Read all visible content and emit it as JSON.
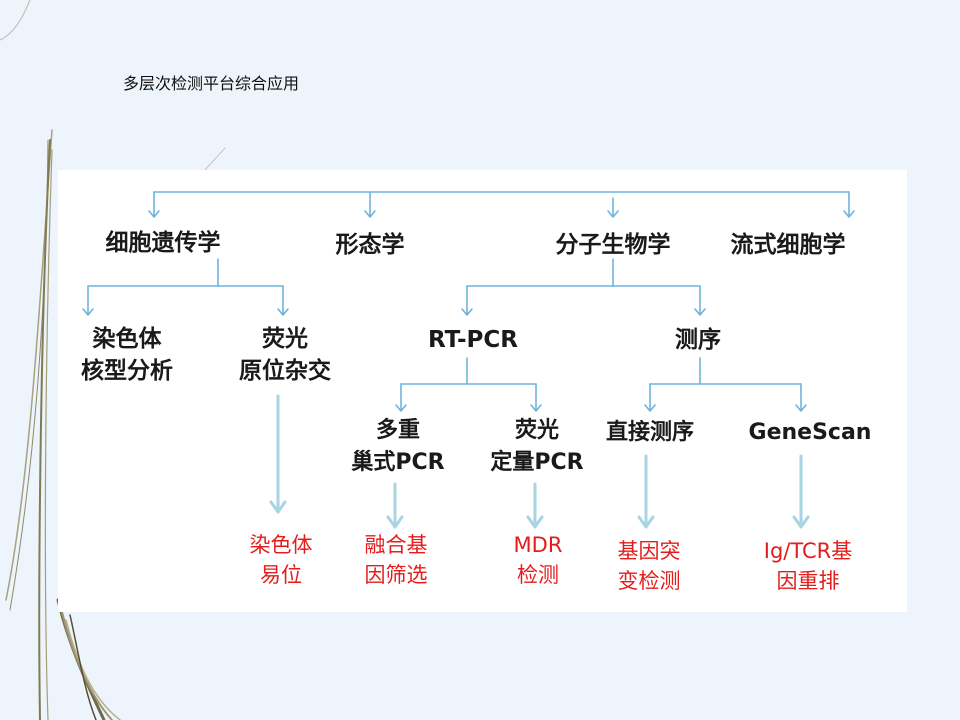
{
  "slide": {
    "title": "多层次检测平台综合应用"
  },
  "diagram": {
    "level1": [
      "细胞遗传学",
      "形态学",
      "分子生物学",
      "流式细胞学"
    ],
    "cytogenetics_children": [
      {
        "line1": "染色体",
        "line2": "核型分析"
      },
      {
        "line1": "荧光",
        "line2": "原位杂交"
      }
    ],
    "molecular_children": [
      "RT-PCR",
      "测序"
    ],
    "rtpcr_children": [
      {
        "line1": "多重",
        "line2": "巢式PCR"
      },
      {
        "line1": "荧光",
        "line2": "定量PCR"
      }
    ],
    "sequencing_children": [
      "直接测序",
      "GeneScan"
    ],
    "outcomes": [
      {
        "line1": "染色体",
        "line2": "易位"
      },
      {
        "line1": "融合基",
        "line2": "因筛选"
      },
      {
        "line1": "MDR",
        "line2": "检测"
      },
      {
        "line1": "基因突",
        "line2": "变检测"
      },
      {
        "line1": "Ig/TCR基",
        "line2": "因重排"
      }
    ],
    "colors": {
      "connector": "#6fb3dc",
      "outcome_arrow": "#a9d5e3",
      "outcome_text": "#e51c1c"
    }
  }
}
